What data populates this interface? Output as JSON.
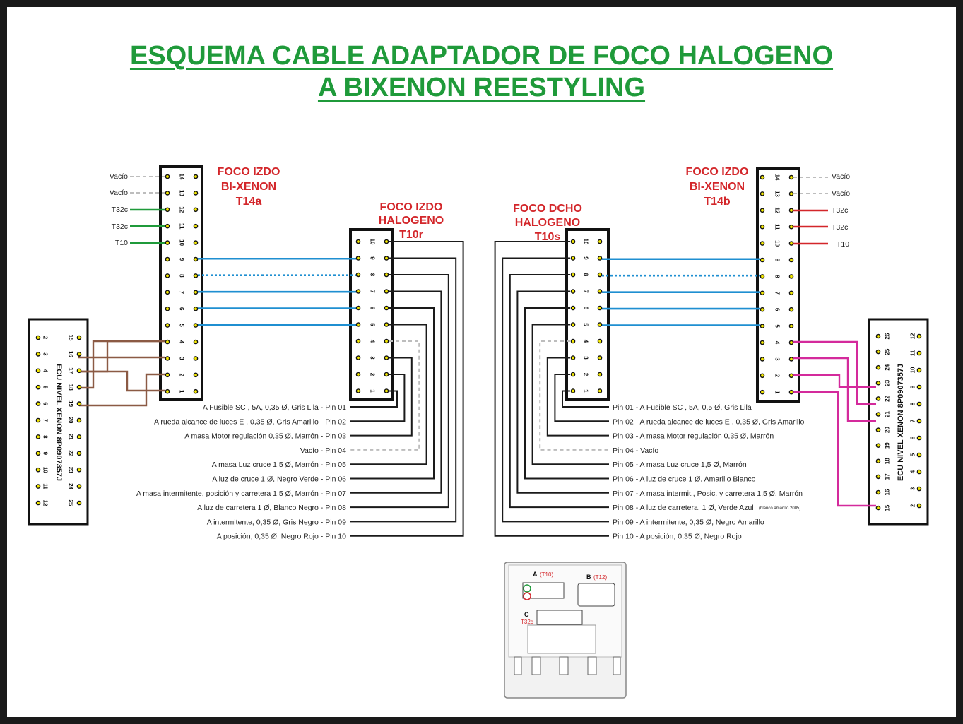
{
  "title": {
    "line1": "ESQUEMA CABLE ADAPTADOR DE FOCO HALOGENO",
    "line2": "A BIXENON REESTYLING"
  },
  "colors": {
    "title_green": "#1f9a3a",
    "heading_red": "#d3262a",
    "blue_wire": "#1f8fd1",
    "green_wire": "#1f9a3a",
    "red_wire": "#d3262a",
    "brown_wire": "#8b5a44",
    "magenta_wire": "#d42a9c",
    "gray_dashed": "#bdbdbd",
    "black_wire": "#1a1a1a"
  },
  "connectors": {
    "t14a": {
      "line1": "FOCO IZDO",
      "line2": "BI-XENON",
      "line3": "T14a"
    },
    "t10r": {
      "line1": "FOCO IZDO",
      "line2": "HALOGENO",
      "line3": "T10r"
    },
    "t10s": {
      "line1": "FOCO DCHO",
      "line2": "HALOGENO",
      "line3": "T10s"
    },
    "t14b": {
      "line1": "FOCO IZDO",
      "line2": "BI-XENON",
      "line3": "T14b"
    },
    "ecu_left": "ECU NIVEL XENON 8P0907357J",
    "ecu_right": "ECU NIVEL XENON 8P0907357J"
  },
  "pin_numbers": {
    "t14": [
      "14",
      "13",
      "12",
      "11",
      "10",
      "9",
      "8",
      "7",
      "6",
      "5",
      "4",
      "3",
      "2",
      "1"
    ],
    "t10": [
      "10",
      "9",
      "8",
      "7",
      "6",
      "5",
      "4",
      "3",
      "2",
      "1"
    ],
    "ecu_left_col1": [
      "2",
      "3",
      "4",
      "5",
      "6",
      "7",
      "8",
      "9",
      "10",
      "11",
      "12"
    ],
    "ecu_left_col2": [
      "15",
      "16",
      "17",
      "18",
      "19",
      "20",
      "21",
      "22",
      "23",
      "24",
      "25"
    ],
    "ecu_right_col1": [
      "26",
      "25",
      "24",
      "23",
      "22",
      "21",
      "20",
      "19",
      "18",
      "17",
      "16",
      "15"
    ],
    "ecu_right_col2": [
      "12",
      "11",
      "10",
      "9",
      "8",
      "7",
      "6",
      "5",
      "4",
      "3",
      "2"
    ]
  },
  "left_side_labels": {
    "vacio_1": "Vacío",
    "vacio_2": "Vacío",
    "t32c_1": "T32c",
    "t32c_2": "T32c",
    "t10": "T10"
  },
  "right_side_labels": {
    "vacio_1": "Vacío",
    "vacio_2": "Vacío",
    "t32c_1": "T32c",
    "t32c_2": "T32c",
    "t10": "T10"
  },
  "left_pin_list": [
    "A Fusible SC , 5A, 0,35 Ø, Gris Lila - Pin 01",
    "A rueda alcance de luces E , 0,35 Ø, Gris Amarillo - Pin 02",
    "A masa Motor regulación 0,35 Ø, Marrón - Pin 03",
    "Vacío - Pin 04",
    "A masa Luz cruce 1,5 Ø, Marrón - Pin 05",
    "A luz de cruce 1 Ø, Negro Verde - Pin 06",
    "A masa intermitente, posición y carretera 1,5 Ø, Marrón - Pin 07",
    "A luz de carretera 1 Ø, Blanco Negro - Pin 08",
    "A intermitente, 0,35 Ø, Gris Negro - Pin 09",
    "A posición, 0,35 Ø, Negro Rojo - Pin 10"
  ],
  "right_pin_list": [
    "Pin 01 - A Fusible SC , 5A, 0,5 Ø, Gris Lila",
    "Pin 02 - A rueda alcance de luces E , 0,35 Ø, Gris Amarillo",
    "Pin 03 - A masa Motor regulación 0,35 Ø, Marrón",
    "Pin 04 - Vacío",
    "Pin 05 - A masa Luz cruce 1,5 Ø, Marrón",
    "Pin 06 - A luz de cruce 1 Ø, Amarillo Blanco",
    "Pin 07 - A masa intermit., Posic. y carretera 1,5 Ø, Marrón",
    "Pin 08 - A luz de carretera, 1 Ø, Verde Azul",
    "Pin 09 - A intermitente, 0,35 Ø, Negro Amarillo",
    "Pin 10 - A posición, 0,35 Ø, Negro Rojo"
  ],
  "right_pin_08_note": "(blanco amarillo 2005)",
  "module": {
    "a_label": "A",
    "a_sub": "(T10)",
    "b_label": "B",
    "b_sub": "(T12)",
    "c_label": "C",
    "c_sub": "T32c"
  }
}
